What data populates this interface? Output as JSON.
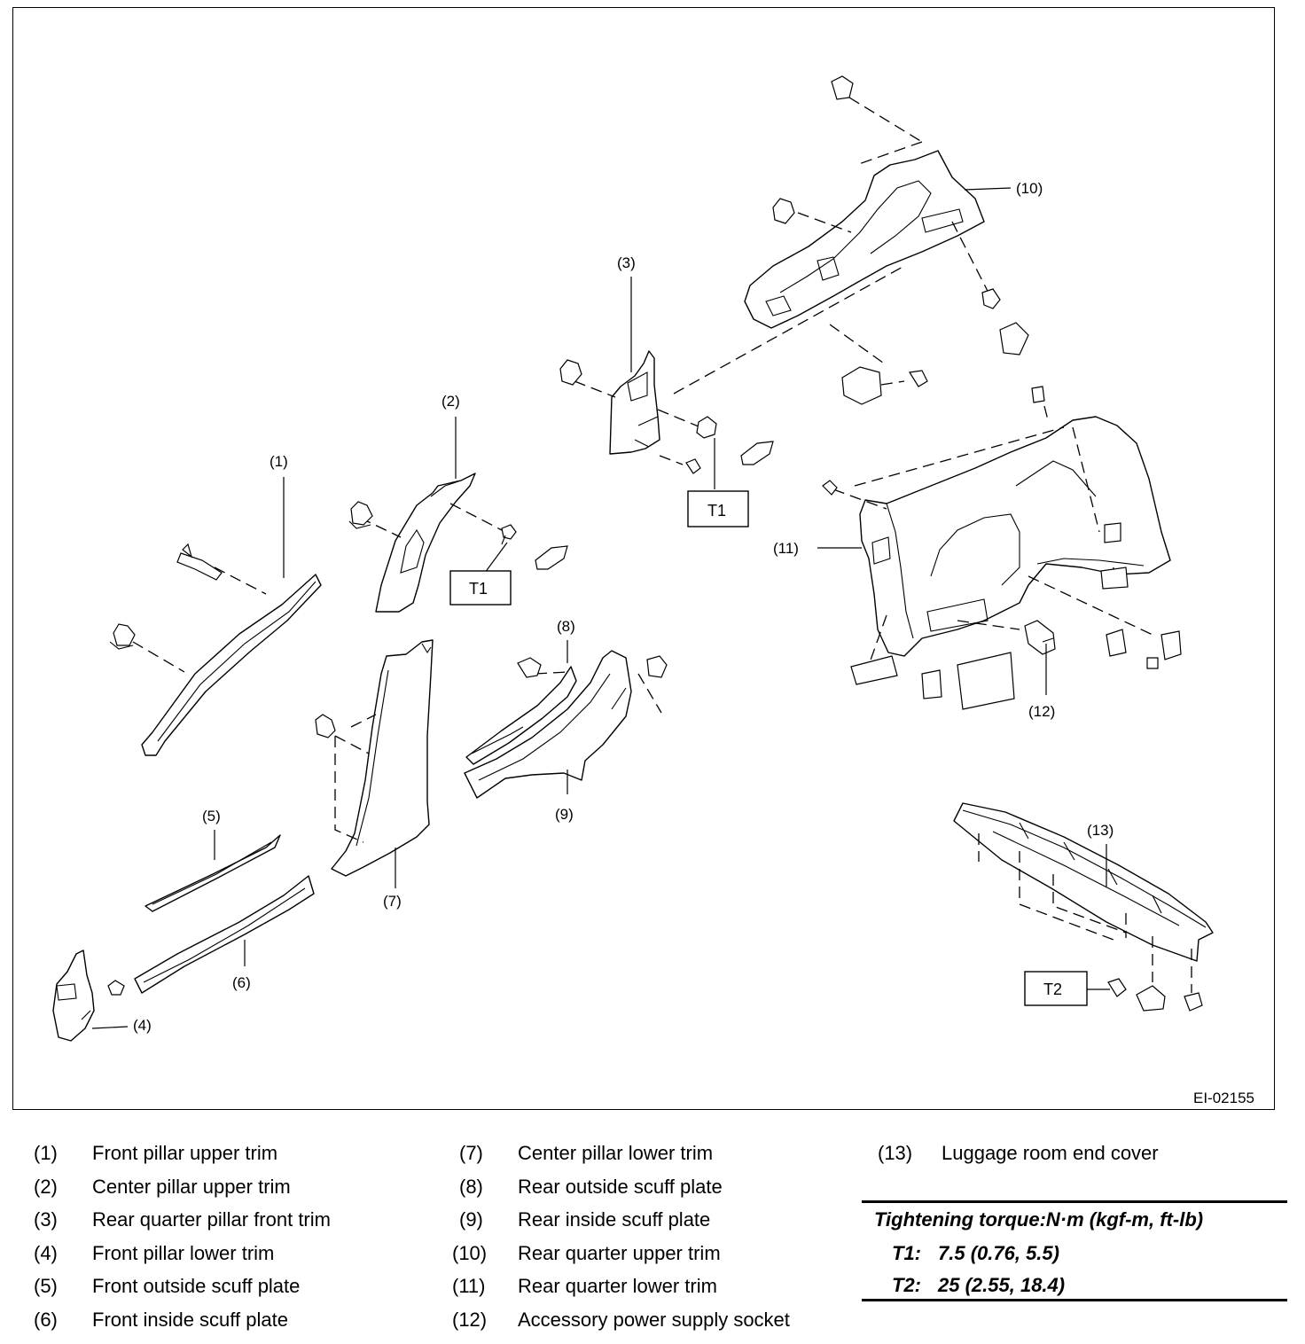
{
  "figure_id": "EI-02155",
  "callouts": {
    "c1": "(1)",
    "c2": "(2)",
    "c3": "(3)",
    "c4": "(4)",
    "c5": "(5)",
    "c6": "(6)",
    "c7": "(7)",
    "c8": "(8)",
    "c9": "(9)",
    "c10": "(10)",
    "c11": "(11)",
    "c12": "(12)",
    "c13": "(13)"
  },
  "torque_boxes": {
    "t1a": "T1",
    "t1b": "T1",
    "t2": "T2"
  },
  "legend": [
    {
      "num": "(1)",
      "text": "Front pillar upper trim"
    },
    {
      "num": "(2)",
      "text": "Center pillar upper trim"
    },
    {
      "num": "(3)",
      "text": "Rear quarter pillar front trim"
    },
    {
      "num": "(4)",
      "text": "Front pillar lower trim"
    },
    {
      "num": "(5)",
      "text": "Front outside scuff plate"
    },
    {
      "num": "(6)",
      "text": "Front inside scuff plate"
    },
    {
      "num": "(7)",
      "text": "Center pillar lower trim"
    },
    {
      "num": "(8)",
      "text": "Rear outside scuff plate"
    },
    {
      "num": "(9)",
      "text": "Rear inside scuff plate"
    },
    {
      "num": "(10)",
      "text": "Rear quarter upper trim"
    },
    {
      "num": "(11)",
      "text": "Rear quarter lower trim"
    },
    {
      "num": "(12)",
      "text": "Accessory power supply socket"
    },
    {
      "num": "(13)",
      "text": "Luggage room end cover"
    }
  ],
  "torque": {
    "heading": "Tightening torque:N·m (kgf-m, ft-lb)",
    "rows": [
      {
        "label": "T1:",
        "value": "7.5 (0.76, 5.5)"
      },
      {
        "label": "T2:",
        "value": "25 (2.55, 18.4)"
      }
    ]
  }
}
